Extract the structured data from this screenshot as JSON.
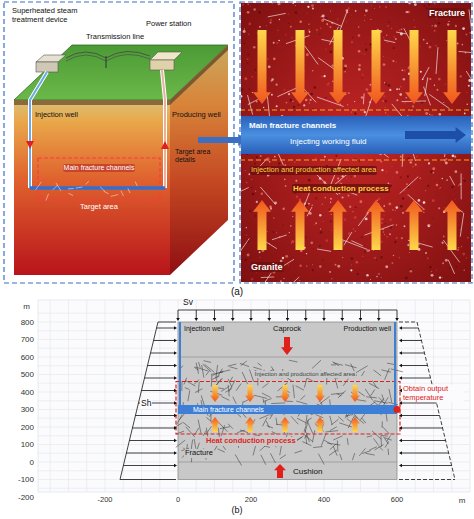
{
  "diagram": {
    "labels": [
      "Superheated steam treatment device",
      "Power station",
      "Transmission line",
      "Injection well",
      "Producing well",
      "Main fracture channels",
      "Target area",
      "Target area details",
      "Fracture",
      "Main fracture channels",
      "Injecting working fluid",
      "Injection and production affected area",
      "Heat conduction process",
      "Granite",
      "(a)",
      "m",
      "800",
      "700",
      "600",
      "500",
      "400",
      "300",
      "200",
      "100",
      "0",
      "-100",
      "-200",
      "-200",
      "0",
      "200",
      "400",
      "600",
      "m",
      "Sv",
      "Sh",
      "Injection well",
      "Caprock",
      "Production well",
      "Injection and production affected area",
      "Main fracture channels",
      "Obtain output temperature",
      "Heat conduction process",
      "Fracture",
      "Cushion",
      "(b)"
    ]
  }
}
